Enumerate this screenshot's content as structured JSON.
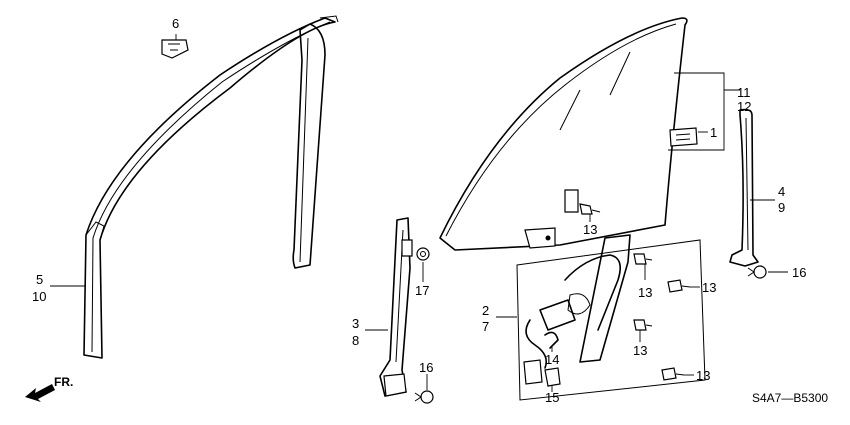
{
  "callouts": {
    "c1": "1",
    "c2": "2",
    "c3": "3",
    "c4": "4",
    "c5": "5",
    "c6": "6",
    "c7": "7",
    "c8": "8",
    "c9": "9",
    "c10": "10",
    "c11": "11",
    "c12": "12",
    "c13a": "13",
    "c13b": "13",
    "c13c": "13",
    "c13d": "13",
    "c13e": "13",
    "c14": "14",
    "c15": "15",
    "c16a": "16",
    "c16b": "16",
    "c17": "17"
  },
  "direction_label": "FR.",
  "diagram_code": "S4A7—B5300"
}
